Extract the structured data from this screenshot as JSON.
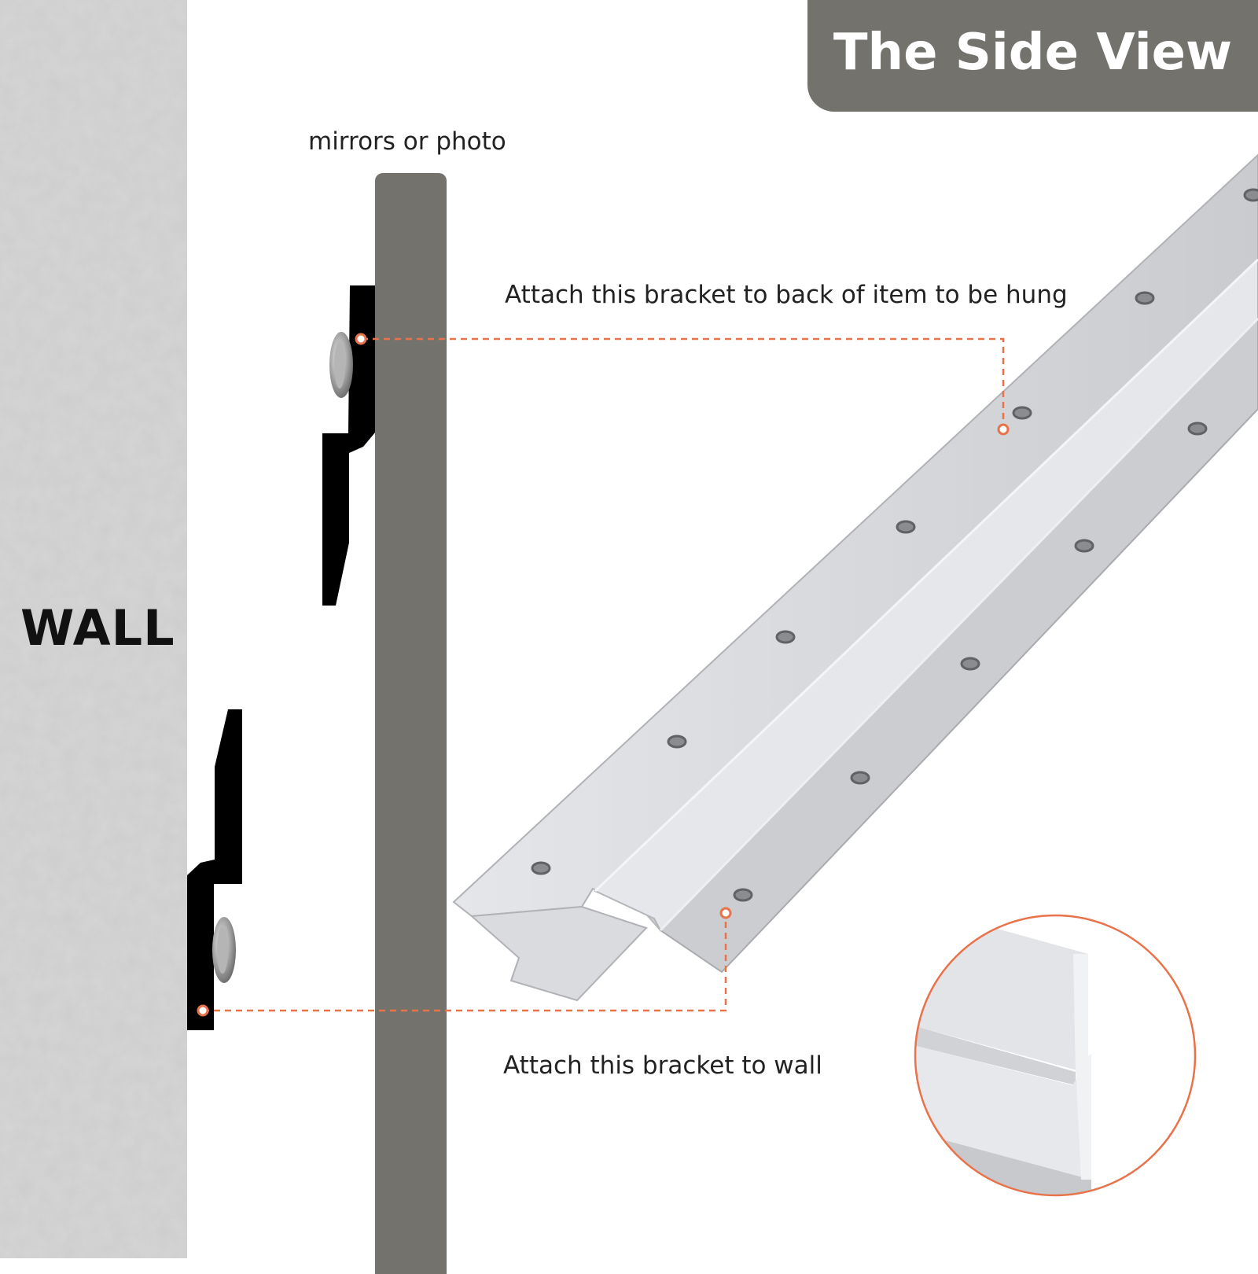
{
  "title": "The Side View",
  "wall_label": "WALL",
  "item_label": "mirrors or photo",
  "callouts": {
    "top": "Attach this bracket to back of item to be hung",
    "bottom": "Attach this bracket to wall"
  },
  "colors": {
    "accent": "#e8734a",
    "board": "#74726c",
    "banner": "#74726c",
    "wall": "#c9c9c9",
    "bracket": "#000000",
    "aluminum": "#d6d8dc"
  }
}
